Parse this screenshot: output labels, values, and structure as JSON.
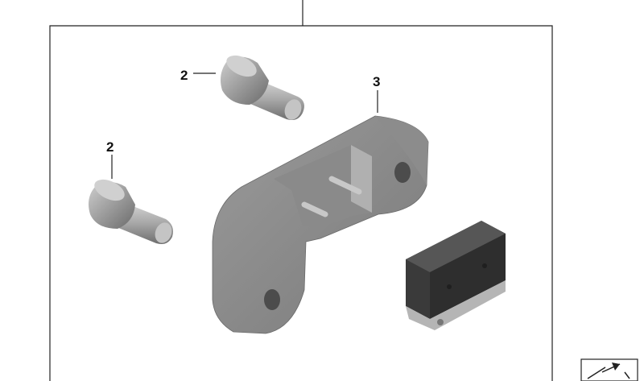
{
  "diagram": {
    "callouts": [
      {
        "id": "bolt-upper",
        "label": "2"
      },
      {
        "id": "bolt-lower",
        "label": "2"
      },
      {
        "id": "bracket",
        "label": "3"
      }
    ],
    "parts": [
      "bolt-icon",
      "bolt-icon",
      "bracket-icon",
      "microswitch-icon"
    ],
    "colors": {
      "frame": "#222222",
      "metal_light": "#b9b9b9",
      "metal_dark": "#7c7c7c",
      "switch_body": "#3a3a3a"
    }
  }
}
